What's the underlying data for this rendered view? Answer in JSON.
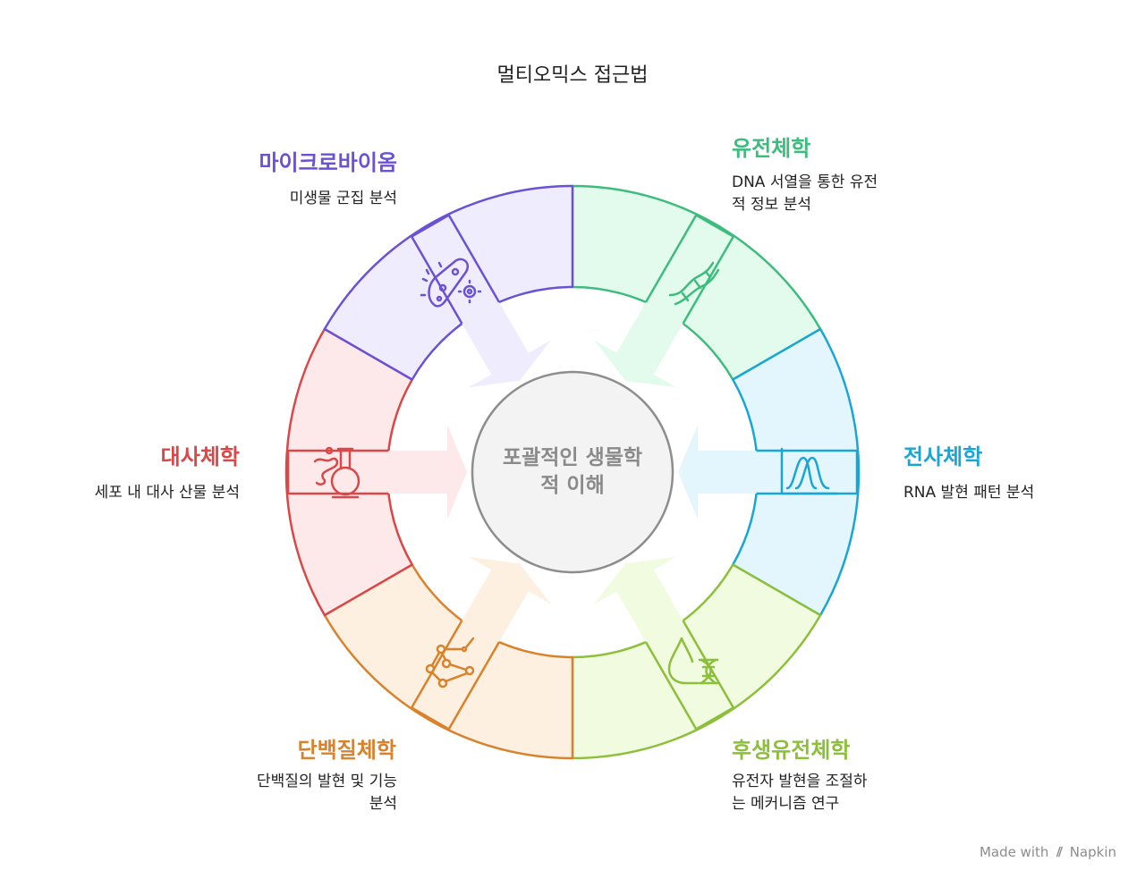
{
  "title": "멀티오믹스 접근법",
  "center": {
    "line1": "포괄적인 생물학",
    "line2": "적 이해"
  },
  "segments": [
    {
      "id": "genomics",
      "label": "유전체학",
      "desc_lines": [
        "DNA 서열을 통한 유전",
        "적 정보 분석"
      ],
      "color": "#3dbd7d",
      "fill": "#e3fbed",
      "icon": "dna-icon"
    },
    {
      "id": "transcriptomics",
      "label": "전사체학",
      "desc_lines": [
        "RNA 발현 패턴 분석"
      ],
      "color": "#1aa6d4",
      "fill": "#e3f6fd",
      "icon": "expression-curve-icon"
    },
    {
      "id": "epigenomics",
      "label": "후생유전체학",
      "desc_lines": [
        "유전자 발현을 조절하",
        "는 메커니즘 연구"
      ],
      "color": "#8cbf3a",
      "fill": "#f1fbe0",
      "icon": "drop-dna-icon"
    },
    {
      "id": "proteomics",
      "label": "단백질체학",
      "desc_lines": [
        "단백질의 발현 및 기능",
        "분석"
      ],
      "color": "#d9822b",
      "fill": "#fdf0e1",
      "icon": "molecule-network-icon"
    },
    {
      "id": "metabolomics",
      "label": "대사체학",
      "desc_lines": [
        "세포 내 대사 산물 분석"
      ],
      "color": "#d94848",
      "fill": "#fde9ea",
      "icon": "flask-icon"
    },
    {
      "id": "microbiome",
      "label": "마이크로바이옴",
      "desc_lines": [
        "미생물 군집 분석"
      ],
      "color": "#6a52d3",
      "fill": "#efedfd",
      "icon": "microbe-icon"
    }
  ],
  "footer": {
    "made_with": "Made with",
    "brand": "Napkin"
  }
}
